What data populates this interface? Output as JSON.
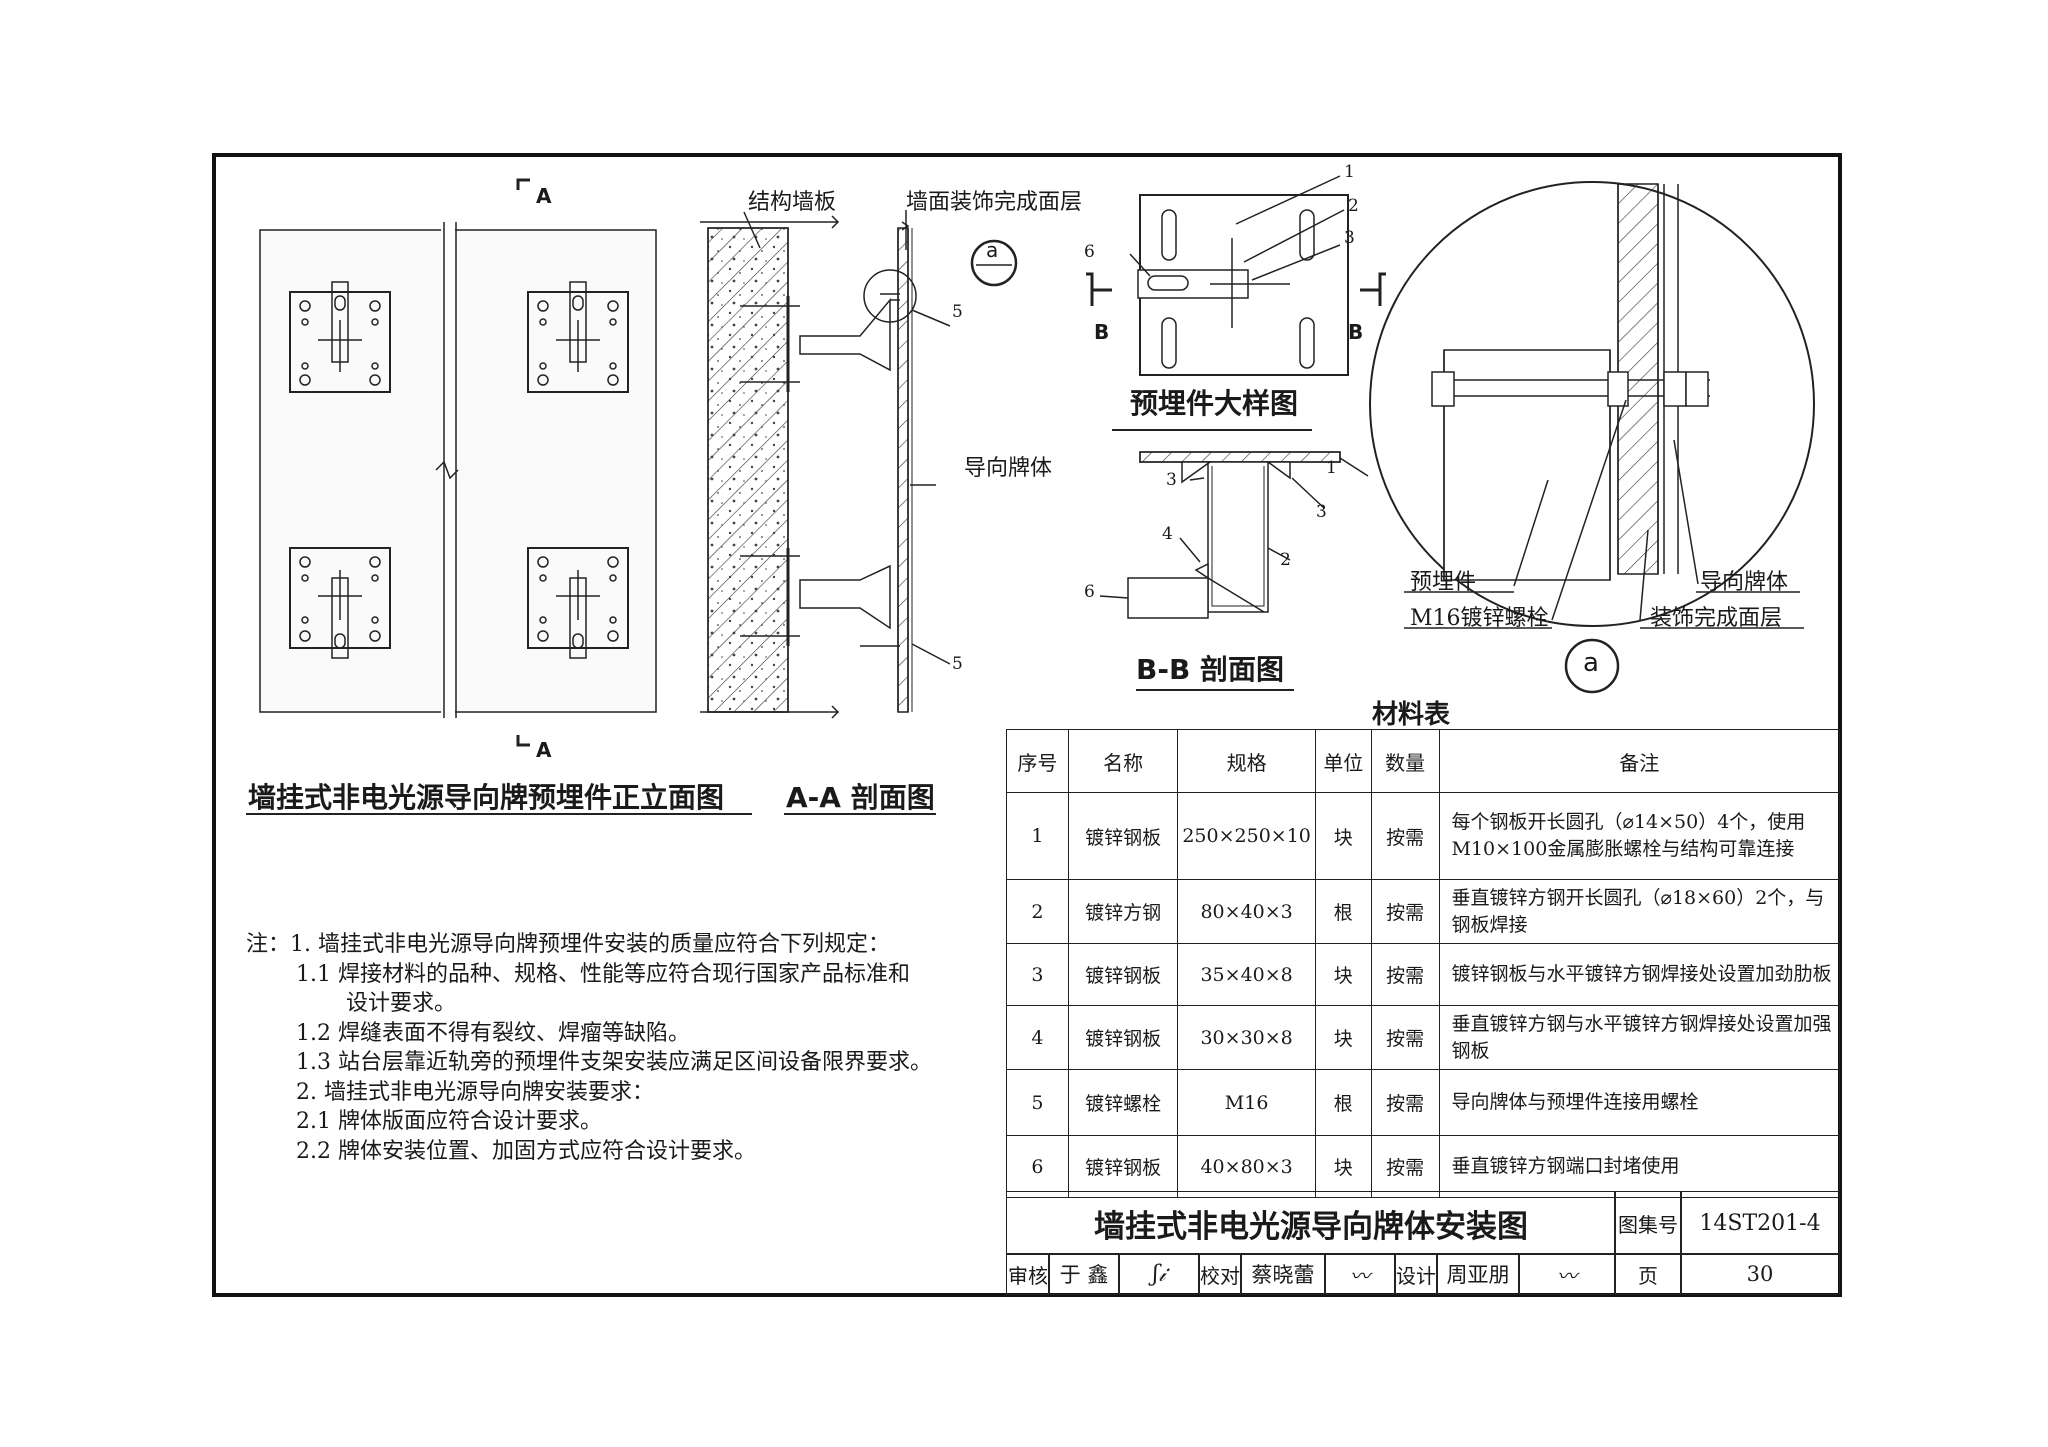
{
  "drawings": {
    "elevation": {
      "section_mark": "A",
      "title": "墙挂式非电光源导向牌预埋件正立面图"
    },
    "section_aa": {
      "title": "A-A 剖面图",
      "labels": {
        "wall": "结构墙板",
        "finish": "墙面装饰完成面层",
        "sign": "导向牌体",
        "detail_ref": "a",
        "callout_5": "5"
      }
    },
    "embed_detail": {
      "title": "预埋件大样图",
      "callouts": [
        "1",
        "2",
        "3",
        "6"
      ],
      "section_mark": "B"
    },
    "section_bb": {
      "title": "B-B 剖面图",
      "callouts": [
        "1",
        "2",
        "3",
        "3",
        "4",
        "6"
      ]
    },
    "detail_a": {
      "labels": {
        "embed": "预埋件",
        "bolt": "M16镀锌螺栓",
        "sign": "导向牌体",
        "finish": "装饰完成面层"
      },
      "ref": "a"
    }
  },
  "notes": [
    "注：1. 墙挂式非电光源导向牌预埋件安装的质量应符合下列规定：",
    "1.1 焊接材料的品种、规格、性能等应符合现行国家产品标准和",
    "设计要求。",
    "1.2 焊缝表面不得有裂纹、焊瘤等缺陷。",
    "1.3 站台层靠近轨旁的预埋件支架安装应满足区间设备限界要求。",
    "2. 墙挂式非电光源导向牌安装要求：",
    "2.1 牌体版面应符合设计要求。",
    "2.2 牌体安装位置、加固方式应符合设计要求。"
  ],
  "material_table": {
    "caption": "材料表",
    "headers": [
      "序号",
      "名称",
      "规格",
      "单位",
      "数量",
      "备注"
    ],
    "rows": [
      {
        "no": "1",
        "name": "镀锌钢板",
        "spec": "250×250×10",
        "unit": "块",
        "qty": "按需",
        "remark": "每个钢板开长圆孔（⌀14×50）4个，使用M10×100金属膨胀螺栓与结构可靠连接"
      },
      {
        "no": "2",
        "name": "镀锌方钢",
        "spec": "80×40×3",
        "unit": "根",
        "qty": "按需",
        "remark": "垂直镀锌方钢开长圆孔（⌀18×60）2个，与钢板焊接"
      },
      {
        "no": "3",
        "name": "镀锌钢板",
        "spec": "35×40×8",
        "unit": "块",
        "qty": "按需",
        "remark": "镀锌钢板与水平镀锌方钢焊接处设置加劲肋板"
      },
      {
        "no": "4",
        "name": "镀锌钢板",
        "spec": "30×30×8",
        "unit": "块",
        "qty": "按需",
        "remark": "垂直镀锌方钢与水平镀锌方钢焊接处设置加强钢板"
      },
      {
        "no": "5",
        "name": "镀锌螺栓",
        "spec": "M16",
        "unit": "根",
        "qty": "按需",
        "remark": "导向牌体与预埋件连接用螺栓"
      },
      {
        "no": "6",
        "name": "镀锌钢板",
        "spec": "40×80×3",
        "unit": "块",
        "qty": "按需",
        "remark": "垂直镀锌方钢端口封堵使用"
      }
    ]
  },
  "title_block": {
    "drawing_title": "墙挂式非电光源导向牌体安装图",
    "atlas_label": "图集号",
    "atlas_no": "14ST201-4",
    "review_label": "审核",
    "reviewer": "于 鑫",
    "check_label": "校对",
    "checker": "蔡晓蕾",
    "design_label": "设计",
    "designer": "周亚朋",
    "page_label": "页",
    "page_no": "30"
  }
}
